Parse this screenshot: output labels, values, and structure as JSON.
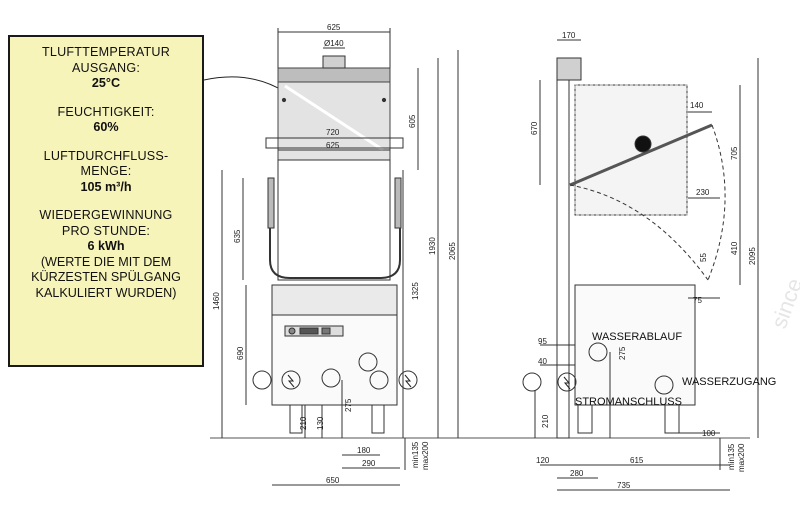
{
  "info": {
    "temp_label_1": "TLUFTTEMPERATUR",
    "temp_label_2": "AUSGANG:",
    "temp_value": "25°C",
    "humidity_label": "FEUCHTIGKEIT:",
    "humidity_value": "60%",
    "flow_label_1": "LUFTDURCHFLUSS-",
    "flow_label_2": "MENGE:",
    "flow_value": "105 m³/h",
    "recovery_label_1": "WIEDERGEWINNUNG",
    "recovery_label_2": "PRO STUNDE:",
    "recovery_value": "6 kWh",
    "note_1": "(WERTE DIE MIT DEM",
    "note_2": "KÜRZESTEN SPÜLGANG",
    "note_3": "KALKULIERT WURDEN)"
  },
  "front": {
    "d625_top": "625",
    "d140": "Ø140",
    "d720": "720",
    "d625_mid": "625",
    "d605": "605",
    "d1930": "1930",
    "d2065": "2065",
    "d1325": "1325",
    "d635": "635",
    "d1460": "1460",
    "d690": "690",
    "d275": "275",
    "d210": "210",
    "d130": "130",
    "d180": "180",
    "d290": "290",
    "d650": "650",
    "dmin": "min135",
    "dmax": "max200"
  },
  "side": {
    "d170": "170",
    "d670": "670",
    "d140": "140",
    "d705": "705",
    "d230": "230",
    "d410": "410",
    "d2095": "2095",
    "d55": "55",
    "d75": "75",
    "d95": "95",
    "d40": "40",
    "d275": "275",
    "d210": "210",
    "d100": "100",
    "d120": "120",
    "d615": "615",
    "d280": "280",
    "d735": "735",
    "dmin": "min135",
    "dmax": "max200",
    "label_drain": "WASSERABLAUF",
    "label_inlet": "WASSERZUGANG",
    "label_power": "STROMANSCHLUSS"
  },
  "watermark": "since"
}
